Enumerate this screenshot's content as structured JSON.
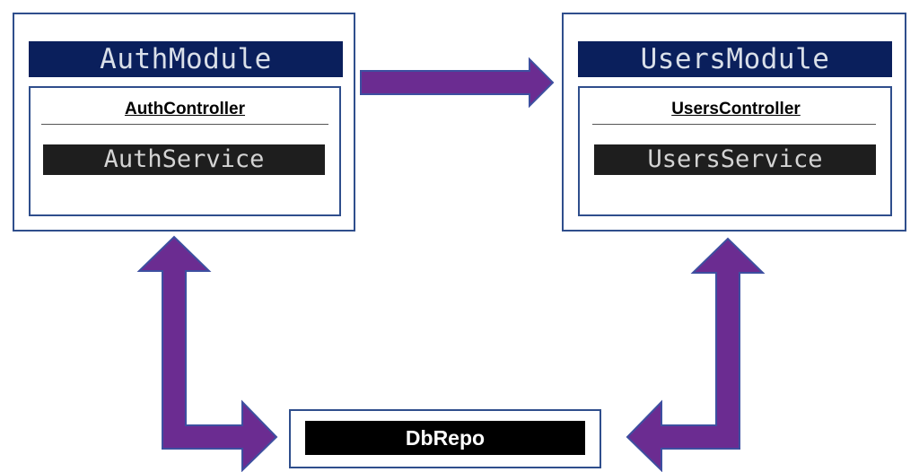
{
  "auth_module": {
    "title": "AuthModule",
    "controller": "AuthController",
    "service": "AuthService"
  },
  "users_module": {
    "title": "UsersModule",
    "controller": "UsersController",
    "service": "UsersService"
  },
  "repository": {
    "label": "DbRepo"
  },
  "colors": {
    "arrow_fill": "#6b2c91",
    "arrow_stroke": "#3d4fa0",
    "module_title_bg": "#0a1f5c",
    "service_bg": "#1e1e1e",
    "border": "#2f4e8c"
  },
  "connections": [
    {
      "from": "AuthModule",
      "to": "UsersModule"
    },
    {
      "from": "DbRepo",
      "to": "AuthModule"
    },
    {
      "from": "DbRepo",
      "to": "UsersModule"
    }
  ]
}
